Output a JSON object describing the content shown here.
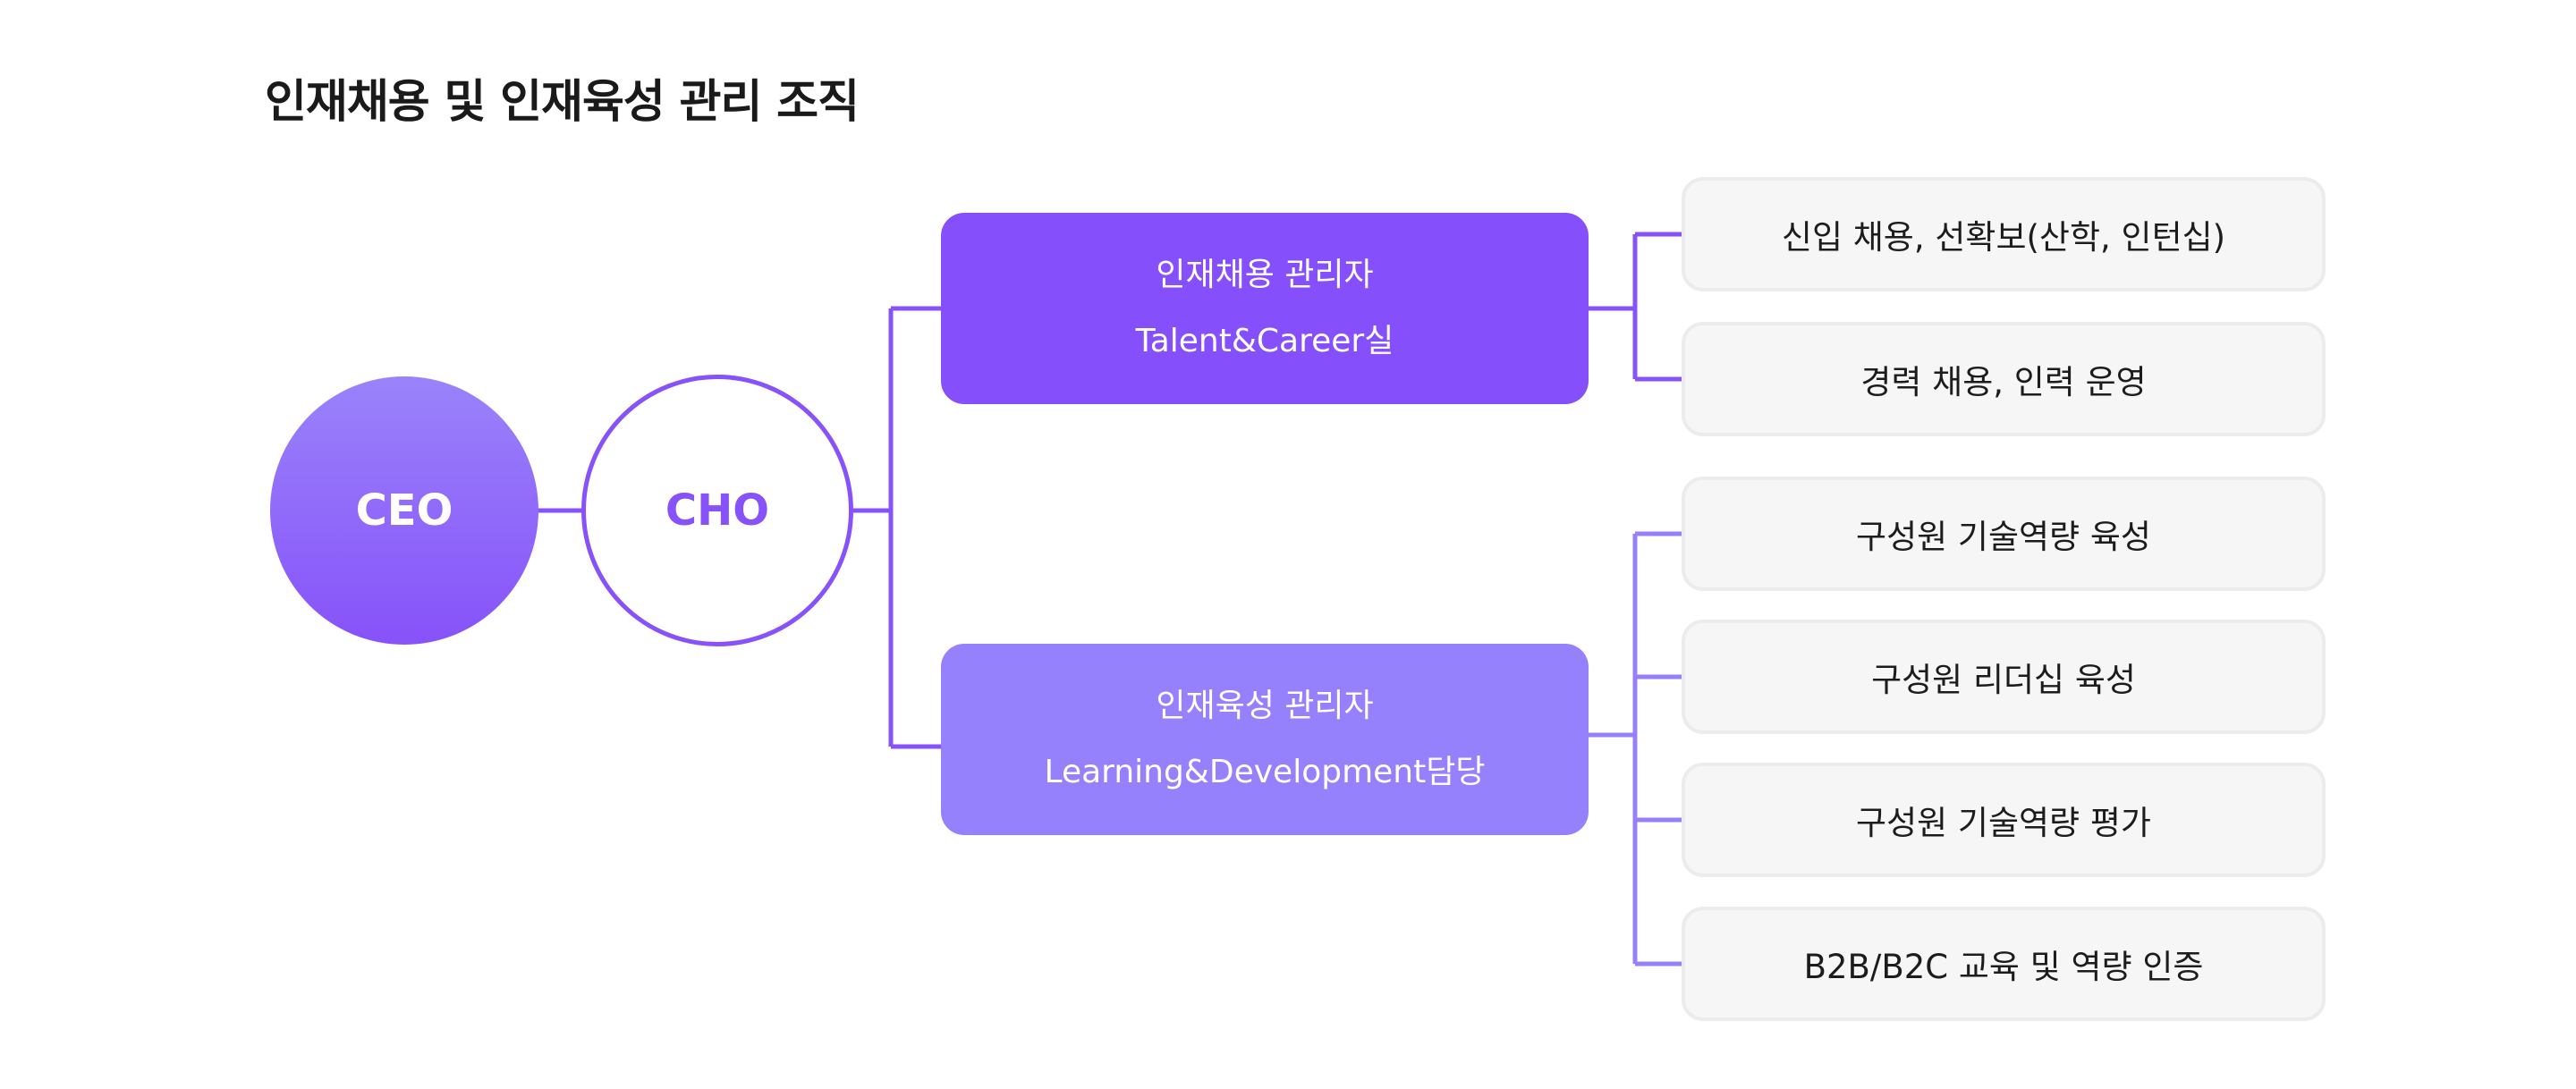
{
  "title": "인재채용 및 인재육성 관리 조직",
  "colors": {
    "primary": "#8752f9",
    "secondary": "#9581fc",
    "task_bg": "#f6f6f7",
    "task_border": "#ececee"
  },
  "ceo": {
    "label": "CEO"
  },
  "cho": {
    "label": "CHO"
  },
  "managers": [
    {
      "title": "인재채용 관리자",
      "subtitle": "Talent&Career실"
    },
    {
      "title": "인재육성 관리자",
      "subtitle": "Learning&Development담당"
    }
  ],
  "talent_tasks": [
    "신입 채용, 선확보(산학, 인턴십)",
    "경력 채용, 인력 운영"
  ],
  "learning_tasks": [
    "구성원 기술역량 육성",
    "구성원 리더십 육성",
    "구성원 기술역량 평가",
    "B2B/B2C 교육 및 역량 인증"
  ]
}
